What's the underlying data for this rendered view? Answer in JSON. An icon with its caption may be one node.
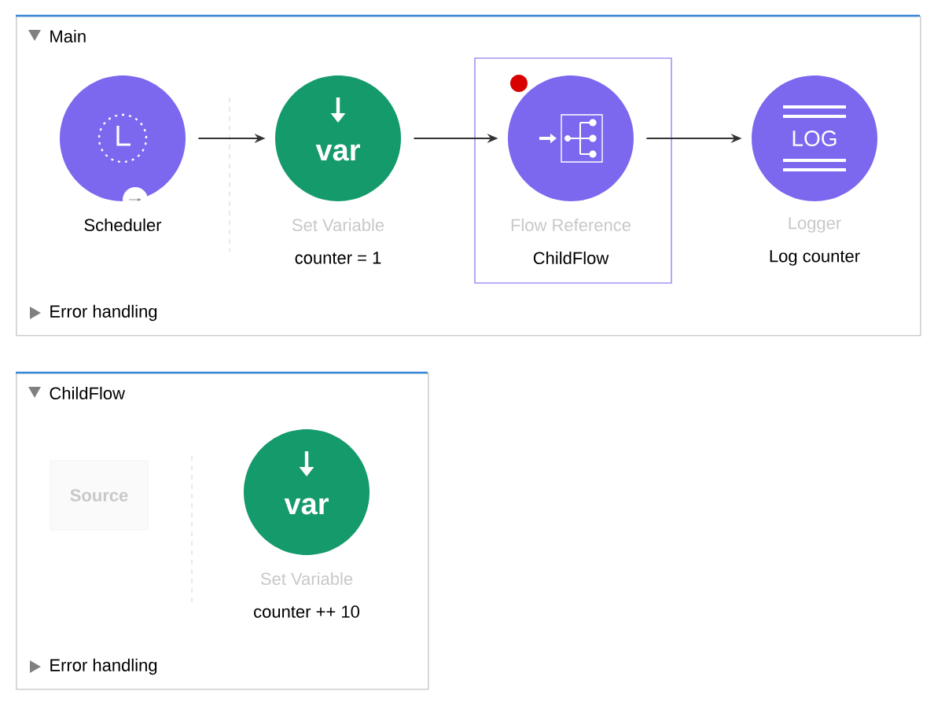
{
  "diagram": {
    "nodes": [
      {
        "text": [
          "Main",
          "Error handling"
        ]
      },
      {
        "text": [
          "Scheduler"
        ],
        "in": 0
      },
      {
        "text": [
          "var",
          "Set Variable",
          "counter = 1"
        ],
        "in": 0
      },
      {
        "text": [
          "Flow Reference",
          "ChildFlow"
        ],
        "in": 0
      },
      {
        "text": [
          "LOG",
          "Logger",
          "Log counter"
        ],
        "in": 0
      },
      {
        "text": [
          "ChildFlow",
          "Error handling"
        ]
      },
      {
        "text": [
          "Source"
        ],
        "in": 5
      },
      {
        "text": [
          "var",
          "Set Variable",
          "counter ++ 10"
        ],
        "in": 5
      }
    ],
    "edges": [
      {
        "from": 1,
        "to": 2,
        "arrow": "to"
      },
      {
        "from": 2,
        "to": 3,
        "arrow": "to"
      },
      {
        "from": 3,
        "to": 4,
        "arrow": "to"
      }
    ]
  }
}
